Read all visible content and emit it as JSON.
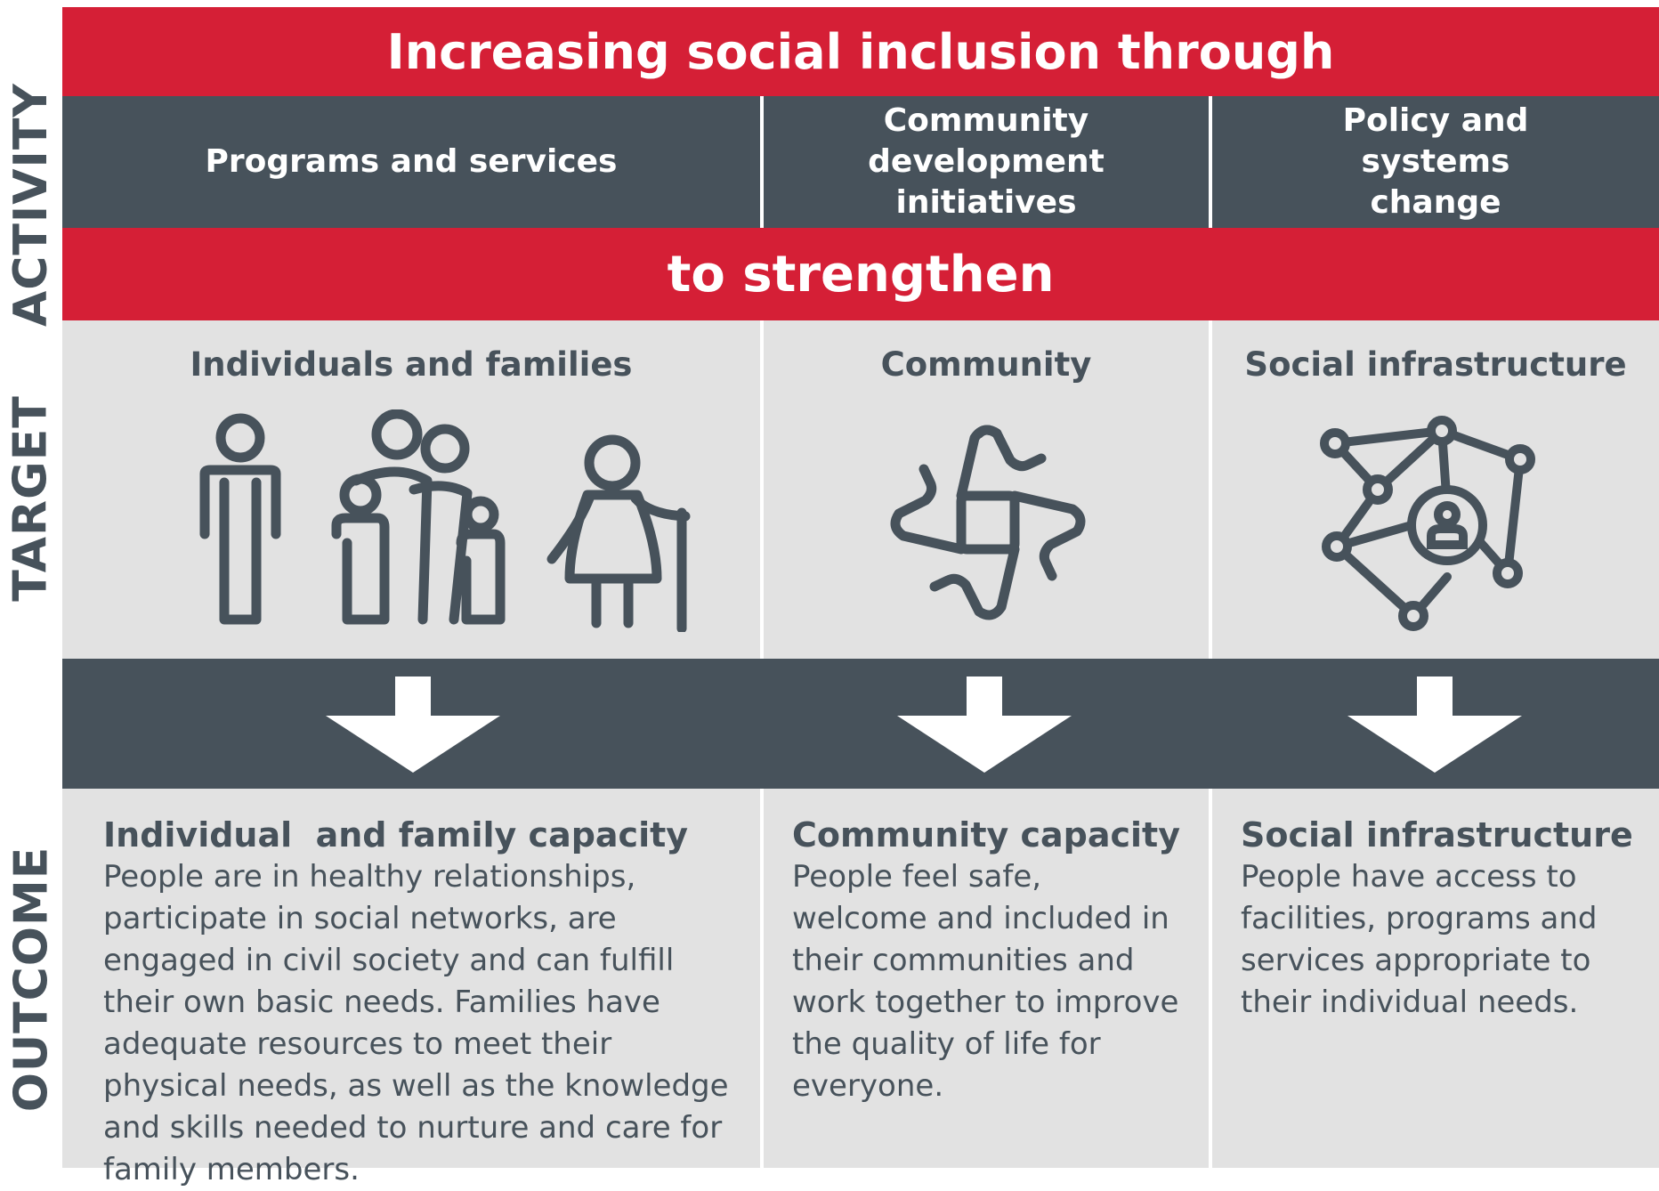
{
  "labels": {
    "activity": "ACTIVITY",
    "target": "TARGET",
    "outcome": "OUTCOME"
  },
  "header": "Increasing social inclusion through",
  "activities": [
    "Programs and services",
    "Community development initiatives",
    "Policy and systems change"
  ],
  "middle_bar": "to strengthen",
  "targets": [
    {
      "title": "Individuals and families",
      "icon": "family-icon"
    },
    {
      "title": "Community",
      "icon": "joined-hands-icon"
    },
    {
      "title": "Social infrastructure",
      "icon": "network-person-icon"
    }
  ],
  "outcomes": [
    {
      "title": "Individual  and family capacity",
      "body": "People are in healthy relationships, participate in social networks, are engaged in civil society and can fulfill their own basic needs. Families have adequate resources to meet their physical needs, as well as the knowledge and skills needed to nurture and care for family members."
    },
    {
      "title": "Community capacity",
      "body": "People feel safe, welcome and included in their communities and work together to improve the quality of life for everyone."
    },
    {
      "title": "Social infrastructure",
      "body": "People have access to facilities, programs and services appropriate to their individual needs."
    }
  ],
  "colors": {
    "red": "#d51f36",
    "slate": "#47525b",
    "gray": "#e2e2e2"
  }
}
